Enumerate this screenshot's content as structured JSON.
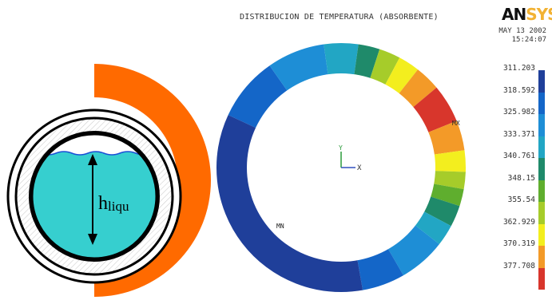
{
  "diagram": {
    "label": "h",
    "label_sub": "liqu"
  },
  "ansys": {
    "title": "DISTRIBUCION DE TEMPERATURA (ABSORBENTE)",
    "logo_an": "AN",
    "logo_sys": "SYS",
    "date": "MAY 13 2002",
    "time": "15:24:07",
    "mx_label": "MX",
    "mn_label": "MN",
    "axis_y": "Y",
    "axis_x": "X"
  },
  "legend": {
    "values": [
      "311.203",
      "318.592",
      "325.982",
      "333.371",
      "340.761",
      "348.15",
      "355.54",
      "362.929",
      "370.319",
      "377.708"
    ],
    "colors": [
      "#1f3f9a",
      "#1466c8",
      "#1e8ed6",
      "#22a6c4",
      "#1f8a6a",
      "#5fae2e",
      "#a6cc2a",
      "#f3ee1e",
      "#f39a28",
      "#d8362c"
    ]
  },
  "colors": {
    "heater": "#ff6a00",
    "liquid": "#36cfcf",
    "hatch": "#d9d9d9"
  }
}
